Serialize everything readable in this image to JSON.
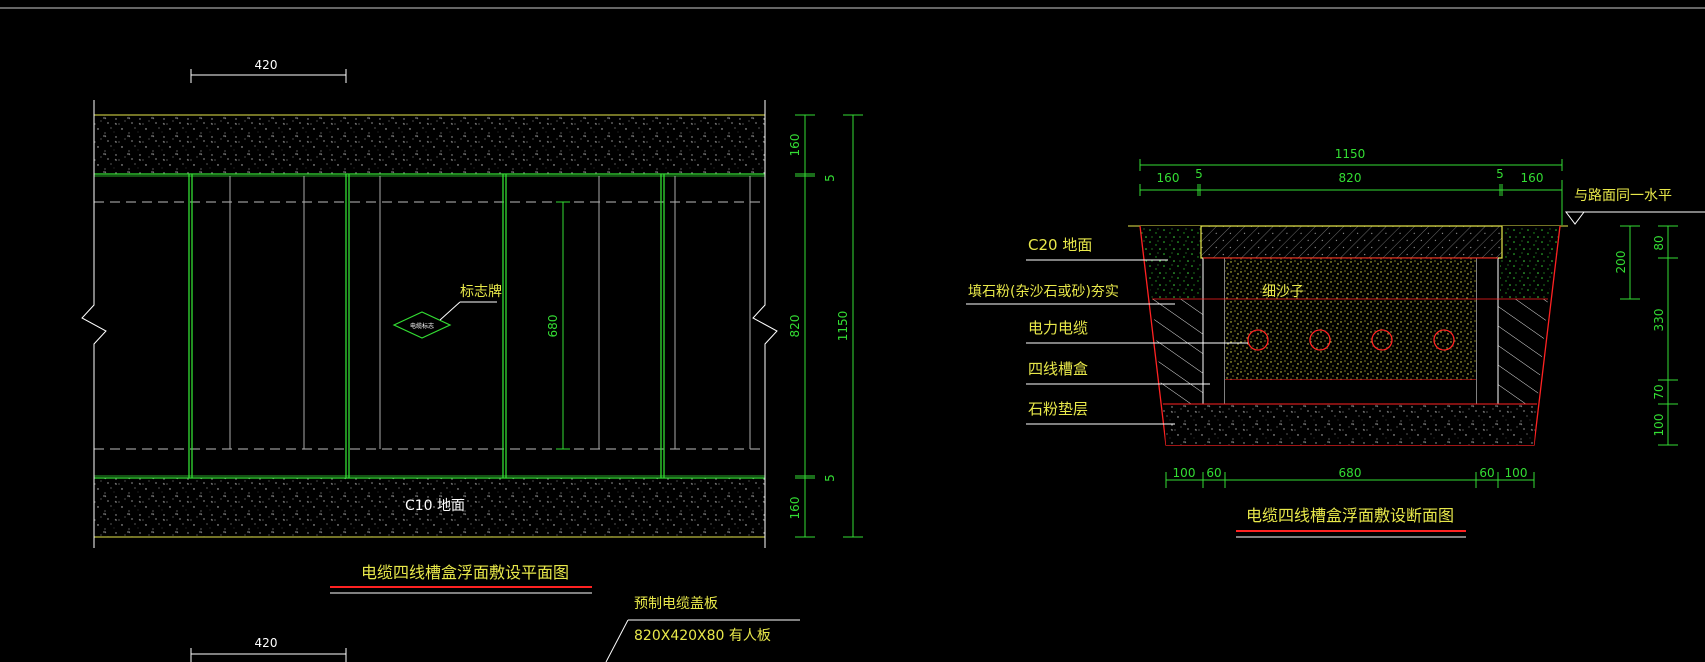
{
  "plan": {
    "top_dim": "420",
    "bottom_dim": "420",
    "inner_dim": "680",
    "right_dims": [
      "160",
      "5",
      "820",
      "5",
      "160"
    ],
    "total_dim": "1150",
    "sign_label": "标志牌",
    "sign_inner": "电缆标志",
    "floor_label": "C10 地面",
    "title": "电缆四线槽盒浮面敷设平面图"
  },
  "cover_note": {
    "line1": "预制电缆盖板",
    "line2": "820X420X80  有人板"
  },
  "section": {
    "top_total": "1150",
    "top_parts": [
      "160",
      "5",
      "820",
      "5",
      "160"
    ],
    "level_note": "与路面同一水平",
    "labels": [
      "C20 地面",
      "填石粉(杂沙石或砂)夯实",
      "电力电缆",
      "四线槽盒",
      "石粉垫层"
    ],
    "sand_label": "细沙子",
    "right_dims_a": [
      "80",
      "200"
    ],
    "right_dims_b": [
      "330",
      "70",
      "100"
    ],
    "bottom_dims": [
      "100",
      "60",
      "680",
      "60",
      "100"
    ],
    "title": "电缆四线槽盒浮面敷设断面图"
  },
  "colors": {
    "background": "#000000",
    "green": "#33dd33",
    "yellow": "#e8e84a",
    "red": "#ff2222",
    "white": "#ffffff"
  }
}
